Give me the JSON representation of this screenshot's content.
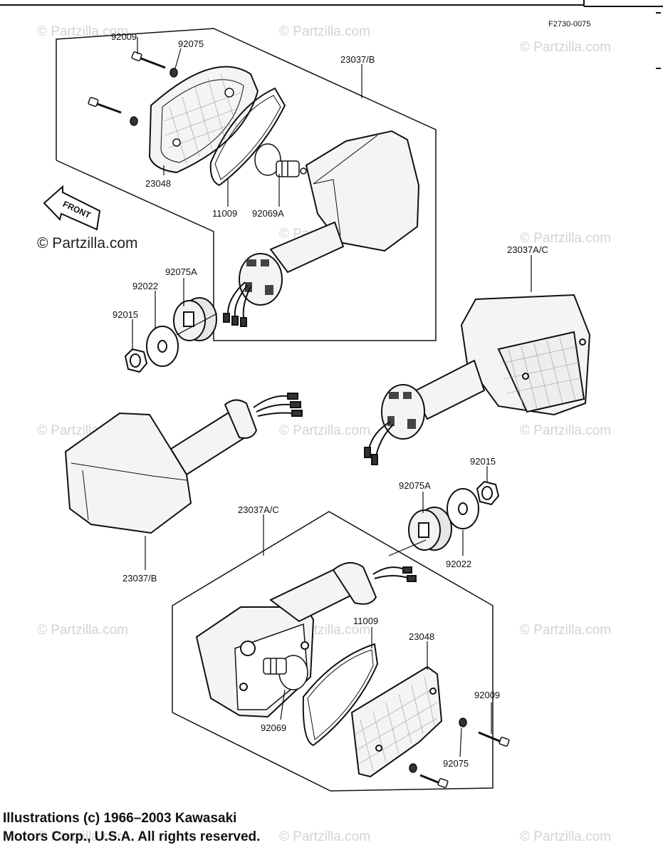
{
  "figure_id": "F2730-0075",
  "front_label": "FRONT",
  "watermark": "© Partzilla.com",
  "parts": {
    "p92009_top": "92009",
    "p92075_top": "92075",
    "p23037B_top": "23037/B",
    "p23048_top": "23048",
    "p11009_top": "11009",
    "p92069A": "92069A",
    "p92075A_top": "92075A",
    "p92022_top": "92022",
    "p92015_top": "92015",
    "p23037AC_right": "23037A/C",
    "p92015_mid": "92015",
    "p92075A_mid": "92075A",
    "p23037AC_mid": "23037A/C",
    "p92022_mid": "92022",
    "p23037B_left": "23037/B",
    "p11009_bot": "11009",
    "p23048_bot": "23048",
    "p92009_bot": "92009",
    "p92069": "92069",
    "p92075_bot": "92075"
  },
  "copyright": {
    "line1": "Illustrations (c) 1966–2003 Kawasaki",
    "line2": "Motors Corp., U.S.A.  All rights reserved."
  }
}
